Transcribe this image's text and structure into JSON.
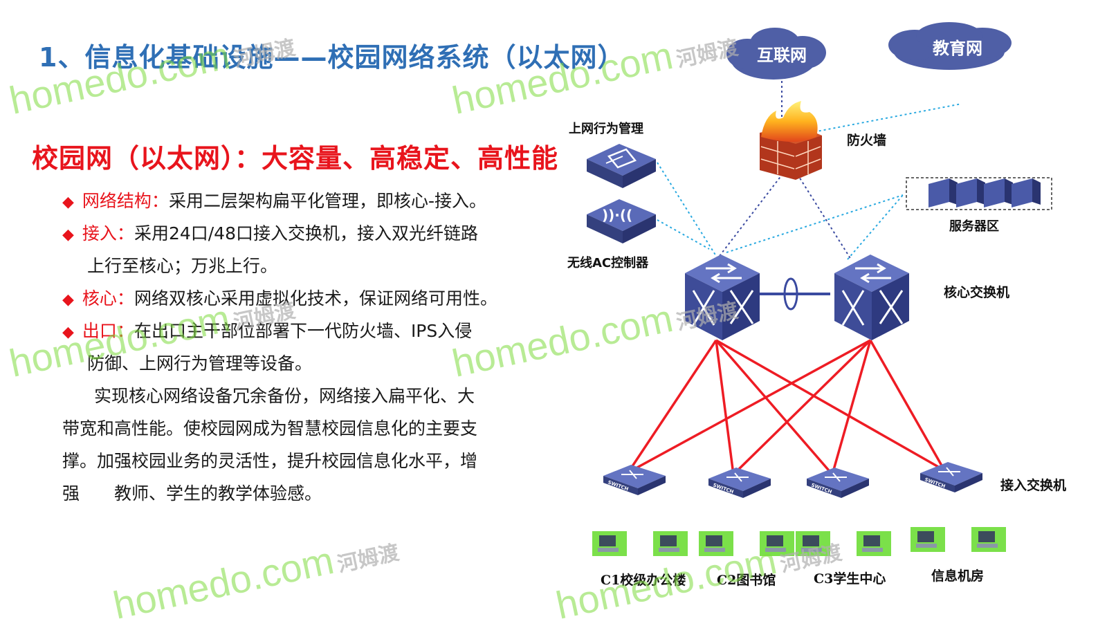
{
  "slide": {
    "title": "1、信息化基础设施——校园网络系统（以太网）",
    "headline": "校园网（以太网）：大容量、高稳定、高性能"
  },
  "bullets": [
    {
      "key": "网络结构：",
      "text": "采用二层架构扁平化管理，即核心-接入。",
      "cont": ""
    },
    {
      "key": "接入：",
      "text": "采用24口/48口接入交换机，接入双光纤链路",
      "cont": "上行至核心；万兆上行。"
    },
    {
      "key": "核心：",
      "text": "网络双核心采用虚拟化技术，保证网络可用性。",
      "cont": ""
    },
    {
      "key": "出口：",
      "text": "在出口主干部位部署下一代防火墙、IPS入侵",
      "cont": "防御、上网行为管理等设备。"
    }
  ],
  "summary": [
    "实现核心网络设备冗余备份，网络接入扁平化、大",
    "带宽和高性能。使校园网成为智慧校园信息化的主要支",
    "撑。加强校园业务的灵活性，提升校园信息化水平，增",
    "强　　教师、学生的教学体验感。"
  ],
  "diagram": {
    "internet": "互联网",
    "edu_net": "教育网",
    "firewall": "防火墙",
    "behavior_mgmt": "上网行为管理",
    "wireless_ac": "无线AC控制器",
    "server_zone": "服务器区",
    "core_switch": "核心交换机",
    "access_switch": "接入交换机",
    "switch_tag": "SWITCH",
    "locations": [
      "C1校级办公楼",
      "C2图书馆",
      "C3学生中心",
      "信息机房"
    ]
  },
  "watermark": {
    "en": "homedo.com",
    "cn": "河姆渡"
  },
  "colors": {
    "title_blue": "#2f6fb5",
    "accent_red": "#e8141c",
    "device_blue": "#4a5aa8",
    "cloud": "#4f5fa6",
    "link_red": "#ee1c24",
    "link_dotted": "#29a9e0",
    "pc_green": "#7be04a"
  }
}
